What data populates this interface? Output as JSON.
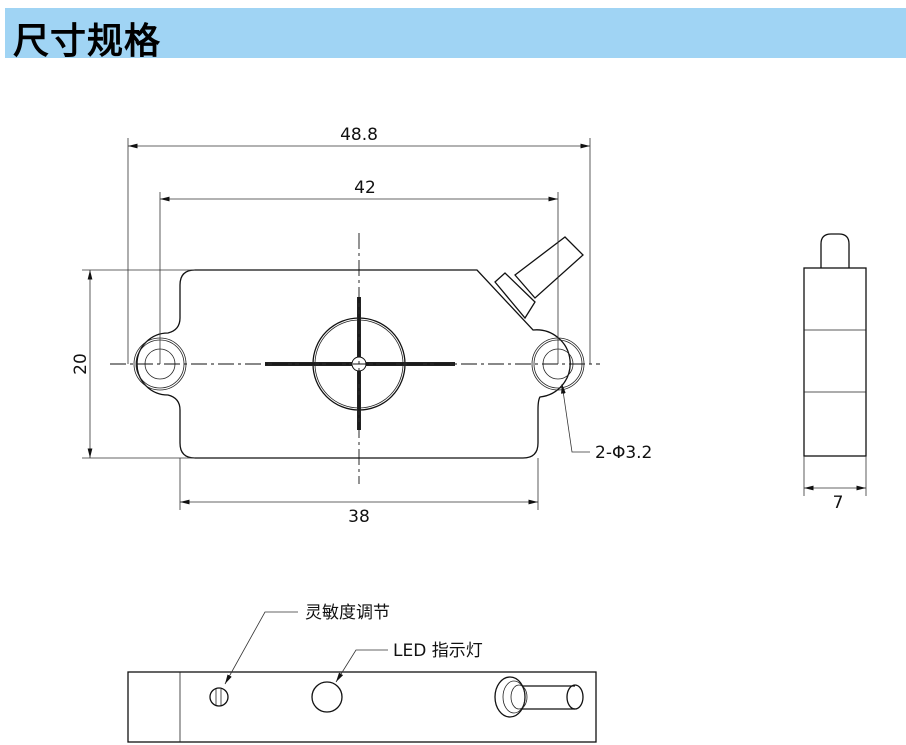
{
  "header": {
    "title": "尺寸规格"
  },
  "dimensions": {
    "overall_width": "48.8",
    "hole_spacing": "42",
    "height": "20",
    "body_width": "38",
    "hole_spec": "2-Φ3.2",
    "thickness": "7"
  },
  "labels": {
    "sensitivity": "灵敏度调节",
    "led": "LED 指示灯"
  },
  "colors": {
    "title_bar": "#a0d4f4"
  }
}
